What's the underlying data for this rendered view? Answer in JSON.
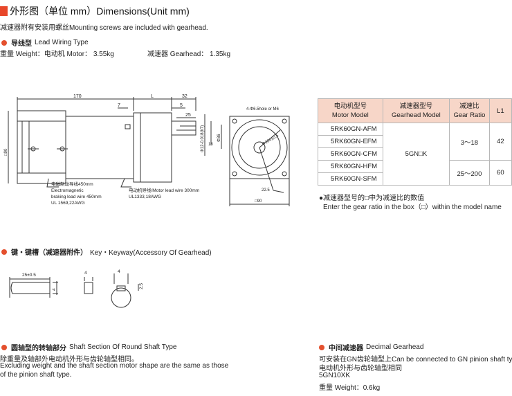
{
  "header": {
    "title": "外形图（单位 mm）Dimensions(Unit mm)",
    "note": "减速器附有安装用螺丝Mounting screws are included with gearhead."
  },
  "lead_type": {
    "title_cn": "导线型",
    "title_en": "Lead Wiring Type",
    "weight_motor": "重量 Weight：电动机 Motor： 3.55kg",
    "weight_gearhead": "减速器 Gearhead： 1.35kg"
  },
  "drawing": {
    "dim_170": "170",
    "dim_L": "L",
    "dim_32": "32",
    "dim_7": "7",
    "dim_5": "5",
    "dim_25": "25",
    "dim_18": "18",
    "dim_shaft": "Φ12-0.018(h7)",
    "dim_36": "Φ36",
    "dim_sq90_left": "□90",
    "dim_sq90_bottom": "□90",
    "hole_label": "4-Φ6.5hole or M6",
    "pcd_label": "Φ104±0.5",
    "dim_225": "22.5",
    "brake_cn": "电磁制动导线450mm",
    "brake_en1": "Electromagnetic",
    "brake_en2": "braking lead wire 450mm",
    "brake_ul": "UL 1569,22AWG",
    "motor_lead": "电动机导线/Motor lead wire 300mm",
    "motor_ul": "UL1333,18AWG"
  },
  "spec_table": {
    "headers": [
      {
        "cn": "电动机型号",
        "en": "Motor Model"
      },
      {
        "cn": "减速器型号",
        "en": "Gearhead Model"
      },
      {
        "cn": "减速比",
        "en": "Gear Ratio"
      },
      {
        "cn": "L1",
        "en": ""
      }
    ],
    "models": [
      "5RK60GN-AFM",
      "5RK60GN-EFM",
      "5RK60GN-CFM",
      "5RK60GN-HFM",
      "5RK60GN-SFM"
    ],
    "gearhead": "5GN□K",
    "ratio_1": "3～18",
    "l1_1": "42",
    "ratio_2": "25～200",
    "l1_2": "60"
  },
  "table_note": {
    "cn": "●减速器型号的□中为减速比的数值",
    "en": "Enter the gear ratio in the box（□）within the model name"
  },
  "key_section": {
    "title_cn": "键・键槽（减速器附件）",
    "title_en": "Key・Keyway(Accessory Of Gearhead)",
    "dim_25": "25±0.5",
    "dim_4": "4",
    "dim_4b": "4",
    "dim_4c": "4",
    "dim_25b": "2.5"
  },
  "round_shaft": {
    "title_cn": "圆轴型的转轴部分",
    "title_en": "Shaft Section Of Round Shaft Type",
    "line1": "除重量及轴部外电动机外形与齿轮轴型相同。",
    "line2": "Excluding weight and the shaft section motor shape are the same as those",
    "line3": "of the pinion shaft type."
  },
  "decimal_gearhead": {
    "title_cn": "中间减速器",
    "title_en": "Decimal Gearhead",
    "line1": "可安装在GN齿轮轴型上Can be connected to GN pinion shaft type",
    "line2": "电动机外形与齿轮轴型相同",
    "model": "5GN10XK",
    "weight": "重量 Weight：0.6kg"
  },
  "colors": {
    "accent": "#e8472a",
    "table_header": "#f7d6c8"
  }
}
